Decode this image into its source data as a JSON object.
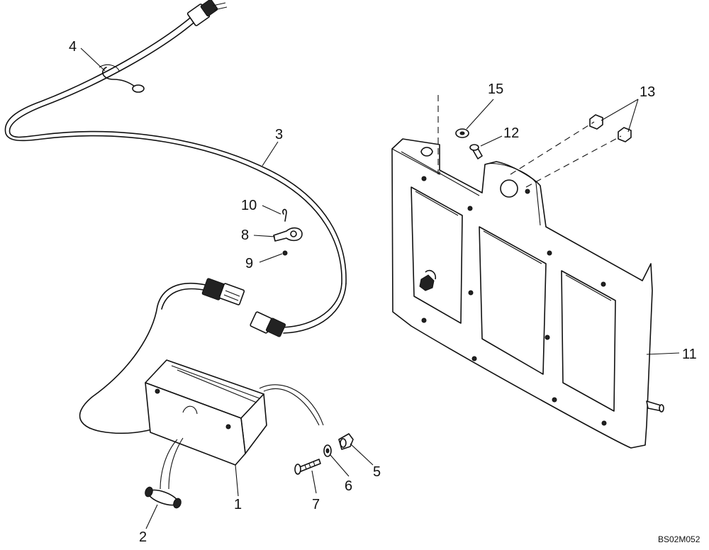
{
  "callouts": {
    "c1": "1",
    "c2": "2",
    "c3": "3",
    "c4": "4",
    "c5": "5",
    "c6": "6",
    "c7": "7",
    "c8": "8",
    "c9": "9",
    "c10": "10",
    "c11": "11",
    "c12": "12",
    "c13": "13",
    "c15": "15"
  },
  "drawing_code": "BS02M052"
}
